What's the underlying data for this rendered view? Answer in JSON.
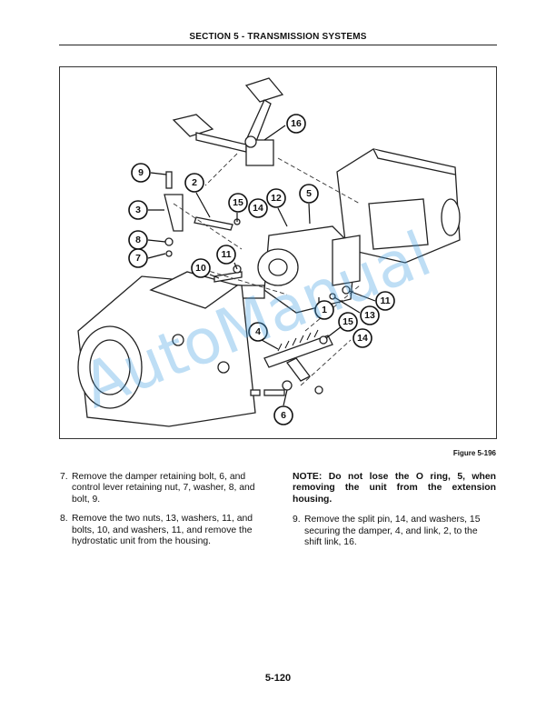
{
  "header": {
    "title": "SECTION 5 - TRANSMISSION SYSTEMS"
  },
  "figure": {
    "caption": "Figure 5-196",
    "callouts": [
      "16",
      "9",
      "2",
      "3",
      "15",
      "14",
      "12",
      "5",
      "8",
      "7",
      "11",
      "10",
      "11",
      "13",
      "1",
      "4",
      "15",
      "14",
      "6"
    ]
  },
  "left_column": {
    "steps": [
      {
        "number": "7.",
        "text": "Remove the damper retaining bolt, 6, and control lever retaining nut, 7, washer, 8, and bolt, 9."
      },
      {
        "number": "8.",
        "text": "Remove the two nuts, 13, washers, 11, and bolts, 10, and washers, 11, and remove the hydrostatic unit from the housing."
      }
    ]
  },
  "right_column": {
    "note": "NOTE: Do not lose the O ring, 5, when removing the unit from the extension housing.",
    "steps": [
      {
        "number": "9.",
        "text": "Remove the split pin, 14, and washers, 15 securing the damper, 4, and link, 2, to the shift link, 16."
      }
    ]
  },
  "footer": {
    "page_number": "5-120"
  },
  "watermark": {
    "text": "AutoManual"
  }
}
